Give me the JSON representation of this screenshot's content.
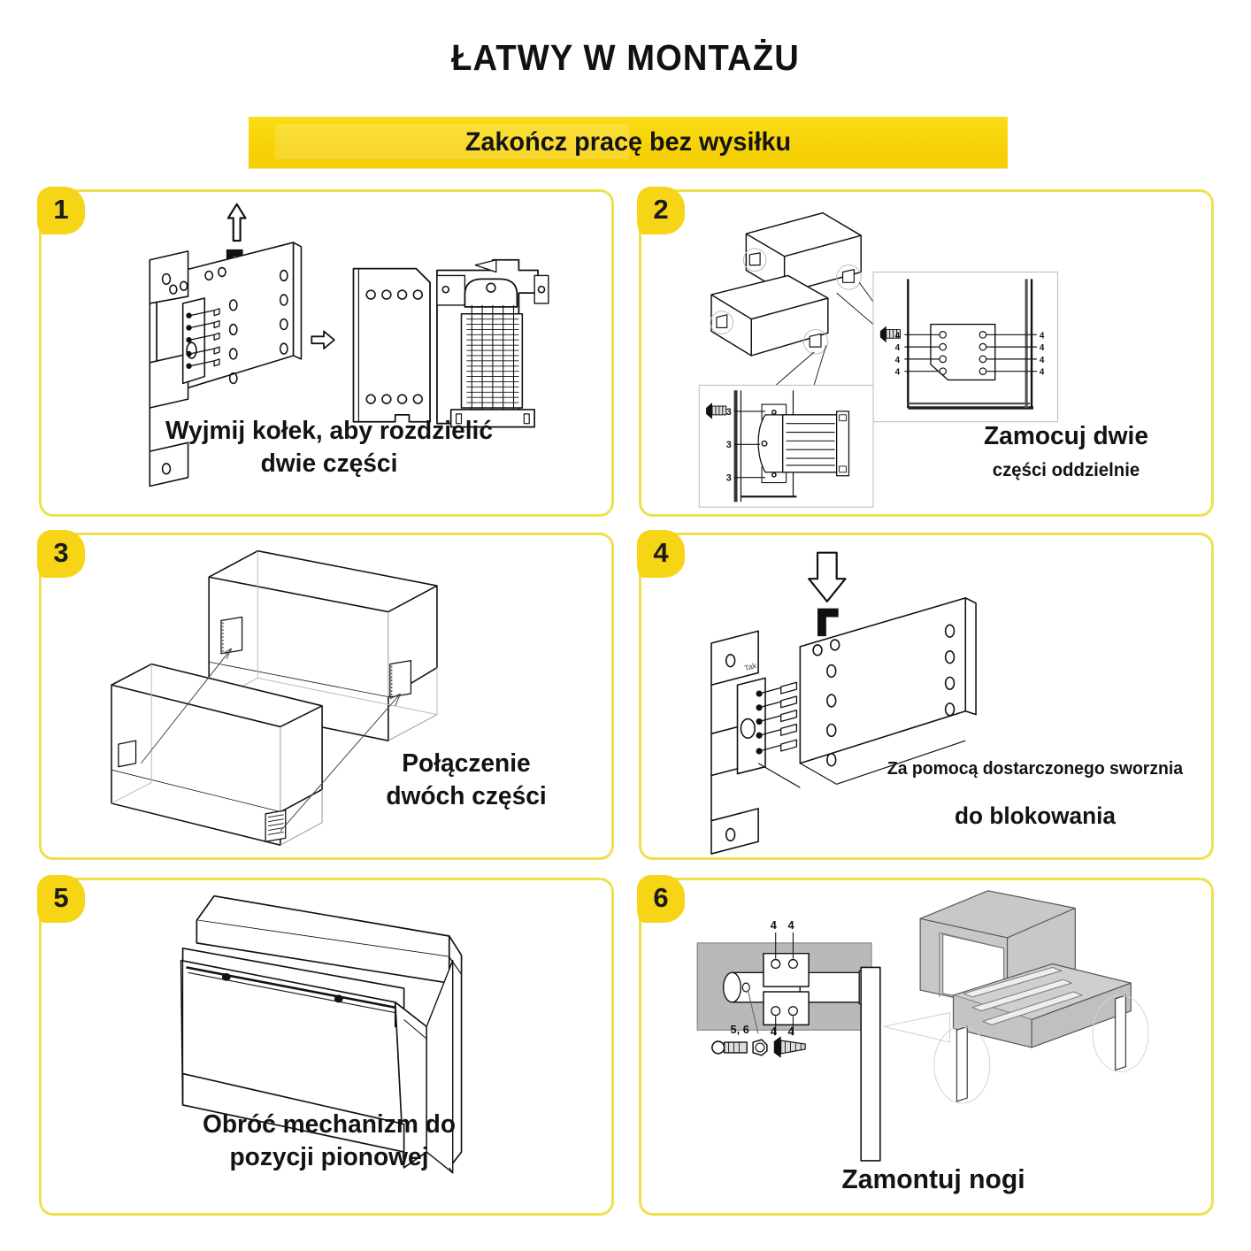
{
  "header": {
    "title": "ŁATWY W MONTAŻU",
    "subtitle": "Zakończ pracę bez wysiłku",
    "band_color": "#F7D208",
    "panel_border_color": "#EFE04D",
    "badge_color": "#F6D416"
  },
  "steps": [
    {
      "number": "1",
      "caption_line1": "Wyjmij kołek, aby rozdzielić",
      "caption_line2": "dwie części",
      "art": "exploded-bracket-with-pin"
    },
    {
      "number": "2",
      "caption_line1": "Zamocuj dwie",
      "caption_line2": "części oddzielnie",
      "art": "two-box-sections-with-screw-detail-insets",
      "labels": {
        "upper_inset_left": [
          "4",
          "4",
          "4",
          "4"
        ],
        "upper_inset_right": [
          "4",
          "4",
          "4",
          "4"
        ],
        "lower_inset": [
          "3",
          "3",
          "3"
        ]
      }
    },
    {
      "number": "3",
      "caption_line1": "Połączenie",
      "caption_line2": "dwóch części",
      "art": "two-cabinet-boxes-joining"
    },
    {
      "number": "4",
      "caption_line1": "Za pomocą dostarczonego sworznia",
      "caption_line2": "do blokowania",
      "art": "bracket-with-down-arrow-and-pin",
      "labels": {
        "small_note": "Tak"
      }
    },
    {
      "number": "5",
      "caption_line1": "Obróć mechanizm do",
      "caption_line2": "pozycji pionowej",
      "art": "mechanism-rotated-upright"
    },
    {
      "number": "6",
      "caption_line1": "Zamontuj nogi",
      "caption_line2": "",
      "art": "leg-mounting-detail-and-bed-frame",
      "labels": {
        "top_pair": [
          "4",
          "4"
        ],
        "bottom_pair": [
          "4",
          "4"
        ],
        "hardware": "5, 6"
      }
    }
  ]
}
